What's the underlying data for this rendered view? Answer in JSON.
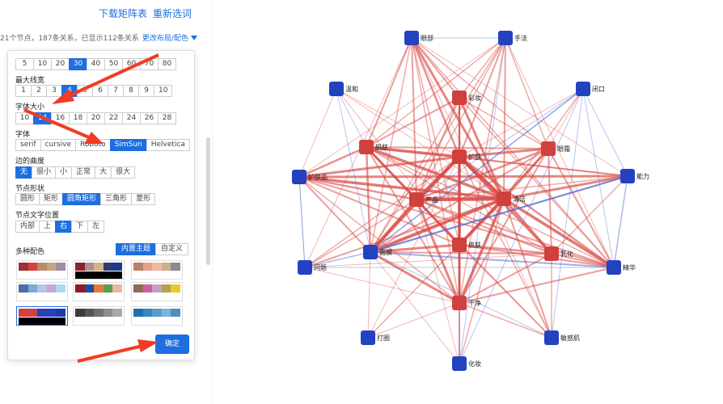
{
  "header": {
    "download_link": "下载矩阵表",
    "reselect_link": "重新选词",
    "info_text": "21个节点，187条关系，已显示112条关系",
    "layout_link": "更改布局/配色"
  },
  "settings": {
    "node_count_options": [
      "5",
      "10",
      "20",
      "30",
      "40",
      "50",
      "60",
      "70",
      "80"
    ],
    "node_count_selected": "30",
    "max_line_width_label": "最大线宽",
    "max_line_width_options": [
      "1",
      "2",
      "3",
      "4",
      "5",
      "6",
      "7",
      "8",
      "9",
      "10"
    ],
    "max_line_width_selected": "4",
    "font_size_label": "字体大小",
    "font_size_options": [
      "10",
      "14",
      "16",
      "18",
      "20",
      "22",
      "24",
      "26",
      "28"
    ],
    "font_size_selected": "14",
    "font_label": "字体",
    "font_options": [
      "serif",
      "cursive",
      "Roboto",
      "SimSun",
      "Helvetica"
    ],
    "font_selected": "SimSun",
    "edge_curve_label": "边的曲度",
    "edge_curve_options": [
      "无",
      "很小",
      "小",
      "正常",
      "大",
      "很大"
    ],
    "edge_curve_selected": "无",
    "node_shape_label": "节点形状",
    "node_shape_options": [
      "圆形",
      "矩形",
      "圆角矩形",
      "三角形",
      "菱形"
    ],
    "node_shape_selected": "圆角矩形",
    "node_text_pos_label": "节点文字位置",
    "node_text_pos_options": [
      "内部",
      "上",
      "右",
      "下",
      "左"
    ],
    "node_text_pos_selected": "右",
    "palette_label": "多种配色",
    "theme_tabs": [
      "内置主题",
      "自定义"
    ],
    "theme_tab_selected": "内置主题",
    "palettes": [
      [
        "#9b2f3c",
        "#d2453f",
        "#b98b6e",
        "#c8a57e",
        "#9e8da3"
      ],
      [
        "#8a2430",
        "#b08d8a",
        "#d4b483",
        "#2c3e70",
        "#1e3a8a"
      ],
      [
        "#b7816c",
        "#e6a18f",
        "#f0b9a0",
        "#cfae8b",
        "#8c8c8c"
      ],
      [
        "#4a6fa5",
        "#7fa7d8",
        "#b7c4e6",
        "#c6a7d8",
        "#a8dcee"
      ],
      [
        "#8b1c24",
        "#1f4e9c",
        "#e07b39",
        "#5a9e4b",
        "#e6b9a3"
      ],
      [
        "#8e6a57",
        "#d05fa0",
        "#c4a0c8",
        "#b0a44a",
        "#e8c830"
      ],
      [
        "#d0413d",
        "#c9434a",
        "#2a3fb6",
        "#2342c0",
        "#1e3aa8"
      ],
      [
        "#3a3a3a",
        "#555555",
        "#707070",
        "#8c8c8c",
        "#a8a8a8"
      ],
      [
        "#1f6fb2",
        "#3a86c0",
        "#5b9ccc",
        "#7db3d8",
        "#4d90c4"
      ]
    ],
    "palette_selected": 6,
    "confirm_label": "确定"
  },
  "colors": {
    "accent": "#1d6ee0",
    "node_red": "#d0413d",
    "node_blue": "#2342c0",
    "edge_red": "#d94a44",
    "edge_blue": "#4a67d6",
    "arrow": "#f03c24"
  },
  "graph": {
    "nodes": [
      {
        "id": "n0",
        "label": "眼部",
        "color": "blue"
      },
      {
        "id": "n1",
        "label": "手法",
        "color": "blue"
      },
      {
        "id": "n2",
        "label": "温和",
        "color": "blue"
      },
      {
        "id": "n3",
        "label": "闭口",
        "color": "blue"
      },
      {
        "id": "n4",
        "label": "彩妆",
        "color": "red"
      },
      {
        "id": "n5",
        "label": "肌肤",
        "color": "red"
      },
      {
        "id": "n6",
        "label": "眼霜",
        "color": "red"
      },
      {
        "id": "n7",
        "label": "护肤",
        "color": "red"
      },
      {
        "id": "n8",
        "label": "护肤品",
        "color": "blue"
      },
      {
        "id": "n9",
        "label": "能力",
        "color": "blue"
      },
      {
        "id": "n10",
        "label": "产品",
        "color": "red"
      },
      {
        "id": "n11",
        "label": "清洁",
        "color": "red"
      },
      {
        "id": "n12",
        "label": "问题",
        "color": "blue"
      },
      {
        "id": "n13",
        "label": "面膜",
        "color": "blue"
      },
      {
        "id": "n14",
        "label": "皮肤",
        "color": "red"
      },
      {
        "id": "n15",
        "label": "乳化",
        "color": "red"
      },
      {
        "id": "n16",
        "label": "精华",
        "color": "blue"
      },
      {
        "id": "n17",
        "label": "干净",
        "color": "red"
      },
      {
        "id": "n18",
        "label": "打圈",
        "color": "blue"
      },
      {
        "id": "n19",
        "label": "敏感肌",
        "color": "blue"
      },
      {
        "id": "n20",
        "label": "化妆",
        "color": "blue"
      }
    ],
    "edges": [
      [
        "n11",
        "n10",
        "red",
        4.5
      ],
      [
        "n11",
        "n7",
        "red",
        4.5
      ],
      [
        "n11",
        "n14",
        "red",
        4
      ],
      [
        "n11",
        "n13",
        "red",
        4
      ],
      [
        "n11",
        "n5",
        "red",
        3.5
      ],
      [
        "n11",
        "n8",
        "red",
        3.5
      ],
      [
        "n11",
        "n16",
        "red",
        3.5
      ],
      [
        "n11",
        "n17",
        "red",
        3.5
      ],
      [
        "n11",
        "n9",
        "red",
        3
      ],
      [
        "n11",
        "n6",
        "red",
        3
      ],
      [
        "n11",
        "n15",
        "red",
        3
      ],
      [
        "n11",
        "n0",
        "red",
        3
      ],
      [
        "n11",
        "n4",
        "red",
        3
      ],
      [
        "n11",
        "n1",
        "red",
        2
      ],
      [
        "n11",
        "n12",
        "red",
        2
      ],
      [
        "n11",
        "n19",
        "red",
        2
      ],
      [
        "n11",
        "n20",
        "red",
        1.5
      ],
      [
        "n11",
        "n3",
        "red",
        1.5
      ],
      [
        "n11",
        "n2",
        "red",
        1
      ],
      [
        "n11",
        "n18",
        "red",
        1
      ],
      [
        "n7",
        "n10",
        "red",
        4
      ],
      [
        "n7",
        "n5",
        "red",
        3.5
      ],
      [
        "n7",
        "n13",
        "red",
        3.5
      ],
      [
        "n7",
        "n14",
        "red",
        3.5
      ],
      [
        "n7",
        "n8",
        "red",
        3
      ],
      [
        "n7",
        "n6",
        "red",
        3
      ],
      [
        "n7",
        "n15",
        "red",
        3
      ],
      [
        "n7",
        "n17",
        "red",
        3
      ],
      [
        "n7",
        "n0",
        "red",
        2.5
      ],
      [
        "n7",
        "n4",
        "red",
        2.5
      ],
      [
        "n7",
        "n16",
        "red",
        2.5
      ],
      [
        "n7",
        "n1",
        "red",
        2
      ],
      [
        "n7",
        "n9",
        "red",
        2
      ],
      [
        "n7",
        "n20",
        "red",
        1.5
      ],
      [
        "n7",
        "n12",
        "red",
        1.5
      ],
      [
        "n7",
        "n19",
        "red",
        1.5
      ],
      [
        "n7",
        "n2",
        "red",
        1
      ],
      [
        "n7",
        "n3",
        "red",
        1
      ],
      [
        "n7",
        "n18",
        "red",
        1
      ],
      [
        "n10",
        "n13",
        "red",
        3.5
      ],
      [
        "n10",
        "n14",
        "red",
        3
      ],
      [
        "n10",
        "n5",
        "red",
        3
      ],
      [
        "n10",
        "n8",
        "red",
        2.5
      ],
      [
        "n10",
        "n17",
        "red",
        3
      ],
      [
        "n10",
        "n6",
        "red",
        2.5
      ],
      [
        "n10",
        "n0",
        "red",
        2
      ],
      [
        "n10",
        "n4",
        "red",
        2
      ],
      [
        "n10",
        "n15",
        "red",
        2
      ],
      [
        "n10",
        "n16",
        "red",
        2
      ],
      [
        "n10",
        "n12",
        "red",
        1.5
      ],
      [
        "n10",
        "n1",
        "red",
        1.5
      ],
      [
        "n10",
        "n9",
        "red",
        1.5
      ],
      [
        "n10",
        "n19",
        "red",
        1
      ],
      [
        "n10",
        "n20",
        "red",
        1
      ],
      [
        "n14",
        "n13",
        "red",
        3
      ],
      [
        "n14",
        "n5",
        "red",
        2.5
      ],
      [
        "n14",
        "n17",
        "red",
        2.5
      ],
      [
        "n14",
        "n15",
        "red",
        2.5
      ],
      [
        "n14",
        "n16",
        "red",
        2
      ],
      [
        "n14",
        "n8",
        "red",
        2
      ],
      [
        "n14",
        "n6",
        "red",
        2
      ],
      [
        "n14",
        "n4",
        "red",
        2
      ],
      [
        "n14",
        "n0",
        "red",
        1.5
      ],
      [
        "n14",
        "n19",
        "red",
        1.5
      ],
      [
        "n14",
        "n20",
        "red",
        1
      ],
      [
        "n13",
        "n5",
        "red",
        2.5
      ],
      [
        "n13",
        "n17",
        "red",
        3
      ],
      [
        "n13",
        "n16",
        "blue",
        2
      ],
      [
        "n13",
        "n15",
        "red",
        2
      ],
      [
        "n13",
        "n6",
        "red",
        2
      ],
      [
        "n13",
        "n8",
        "red",
        2
      ],
      [
        "n13",
        "n12",
        "blue",
        1.5
      ],
      [
        "n13",
        "n4",
        "red",
        1.5
      ],
      [
        "n13",
        "n0",
        "red",
        1.5
      ],
      [
        "n13",
        "n1",
        "red",
        1.5
      ],
      [
        "n13",
        "n9",
        "blue",
        2
      ],
      [
        "n13",
        "n3",
        "blue",
        1
      ],
      [
        "n5",
        "n8",
        "red",
        2.5
      ],
      [
        "n5",
        "n6",
        "red",
        2
      ],
      [
        "n5",
        "n17",
        "red",
        2
      ],
      [
        "n5",
        "n0",
        "red",
        2
      ],
      [
        "n5",
        "n4",
        "red",
        2
      ],
      [
        "n5",
        "n15",
        "red",
        1.5
      ],
      [
        "n5",
        "n16",
        "red",
        1.5
      ],
      [
        "n5",
        "n9",
        "red",
        1.5
      ],
      [
        "n8",
        "n9",
        "red",
        3
      ],
      [
        "n8",
        "n16",
        "red",
        2
      ],
      [
        "n8",
        "n17",
        "red",
        1.5
      ],
      [
        "n8",
        "n2",
        "red",
        1
      ],
      [
        "n8",
        "n12",
        "blue",
        1
      ],
      [
        "n17",
        "n16",
        "red",
        2
      ],
      [
        "n17",
        "n15",
        "red",
        2
      ],
      [
        "n17",
        "n20",
        "red",
        1.5
      ],
      [
        "n17",
        "n19",
        "red",
        1.5
      ],
      [
        "n17",
        "n18",
        "red",
        1
      ],
      [
        "n17",
        "n6",
        "red",
        2
      ],
      [
        "n17",
        "n4",
        "red",
        1.5
      ],
      [
        "n17",
        "n0",
        "red",
        1.5
      ],
      [
        "n17",
        "n1",
        "red",
        1.5
      ],
      [
        "n6",
        "n15",
        "red",
        2
      ],
      [
        "n6",
        "n16",
        "red",
        2
      ],
      [
        "n6",
        "n4",
        "red",
        1.5
      ],
      [
        "n6",
        "n1",
        "red",
        1.5
      ],
      [
        "n6",
        "n3",
        "red",
        1
      ],
      [
        "n15",
        "n16",
        "red",
        2
      ],
      [
        "n15",
        "n19",
        "red",
        1.5
      ],
      [
        "n15",
        "n9",
        "red",
        1.5
      ],
      [
        "n15",
        "n12",
        "red",
        1
      ],
      [
        "n0",
        "n1",
        "blue",
        1
      ],
      [
        "n0",
        "n4",
        "red",
        2
      ],
      [
        "n0",
        "n6",
        "red",
        1.5
      ],
      [
        "n0",
        "n16",
        "red",
        1.5
      ],
      [
        "n0",
        "n19",
        "red",
        1
      ],
      [
        "n1",
        "n4",
        "red",
        1.5
      ],
      [
        "n1",
        "n5",
        "red",
        1.5
      ],
      [
        "n1",
        "n8",
        "red",
        1
      ],
      [
        "n1",
        "n20",
        "blue",
        1
      ],
      [
        "n3",
        "n9",
        "blue",
        1
      ],
      [
        "n3",
        "n16",
        "blue",
        1
      ],
      [
        "n3",
        "n13",
        "blue",
        1.5
      ],
      [
        "n3",
        "n20",
        "blue",
        1
      ],
      [
        "n3",
        "n10",
        "blue",
        1
      ],
      [
        "n2",
        "n5",
        "blue",
        1
      ],
      [
        "n2",
        "n13",
        "blue",
        1
      ],
      [
        "n2",
        "n14",
        "red",
        1
      ],
      [
        "n12",
        "n8",
        "blue",
        1
      ],
      [
        "n12",
        "n17",
        "red",
        1
      ],
      [
        "n12",
        "n0",
        "red",
        1
      ],
      [
        "n20",
        "n17",
        "blue",
        1
      ],
      [
        "n20",
        "n13",
        "red",
        1
      ],
      [
        "n18",
        "n13",
        "red",
        1
      ],
      [
        "n18",
        "n14",
        "red",
        1
      ],
      [
        "n19",
        "n13",
        "blue",
        1
      ],
      [
        "n19",
        "n5",
        "red",
        1
      ],
      [
        "n19",
        "n3",
        "blue",
        1
      ],
      [
        "n9",
        "n13",
        "blue",
        2
      ],
      [
        "n9",
        "n16",
        "blue",
        1.5
      ],
      [
        "n9",
        "n0",
        "red",
        1
      ],
      [
        "n16",
        "n4",
        "red",
        1.5
      ],
      [
        "n16",
        "n1",
        "red",
        1
      ],
      [
        "n16",
        "n12",
        "blue",
        1
      ]
    ]
  }
}
